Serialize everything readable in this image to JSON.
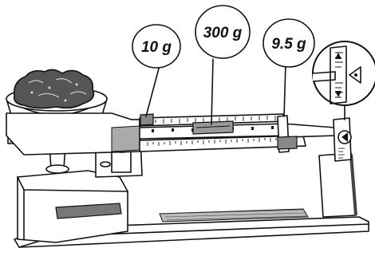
{
  "callouts": {
    "left": "10 g",
    "middle": "300 g",
    "right": "9.5 g"
  }
}
